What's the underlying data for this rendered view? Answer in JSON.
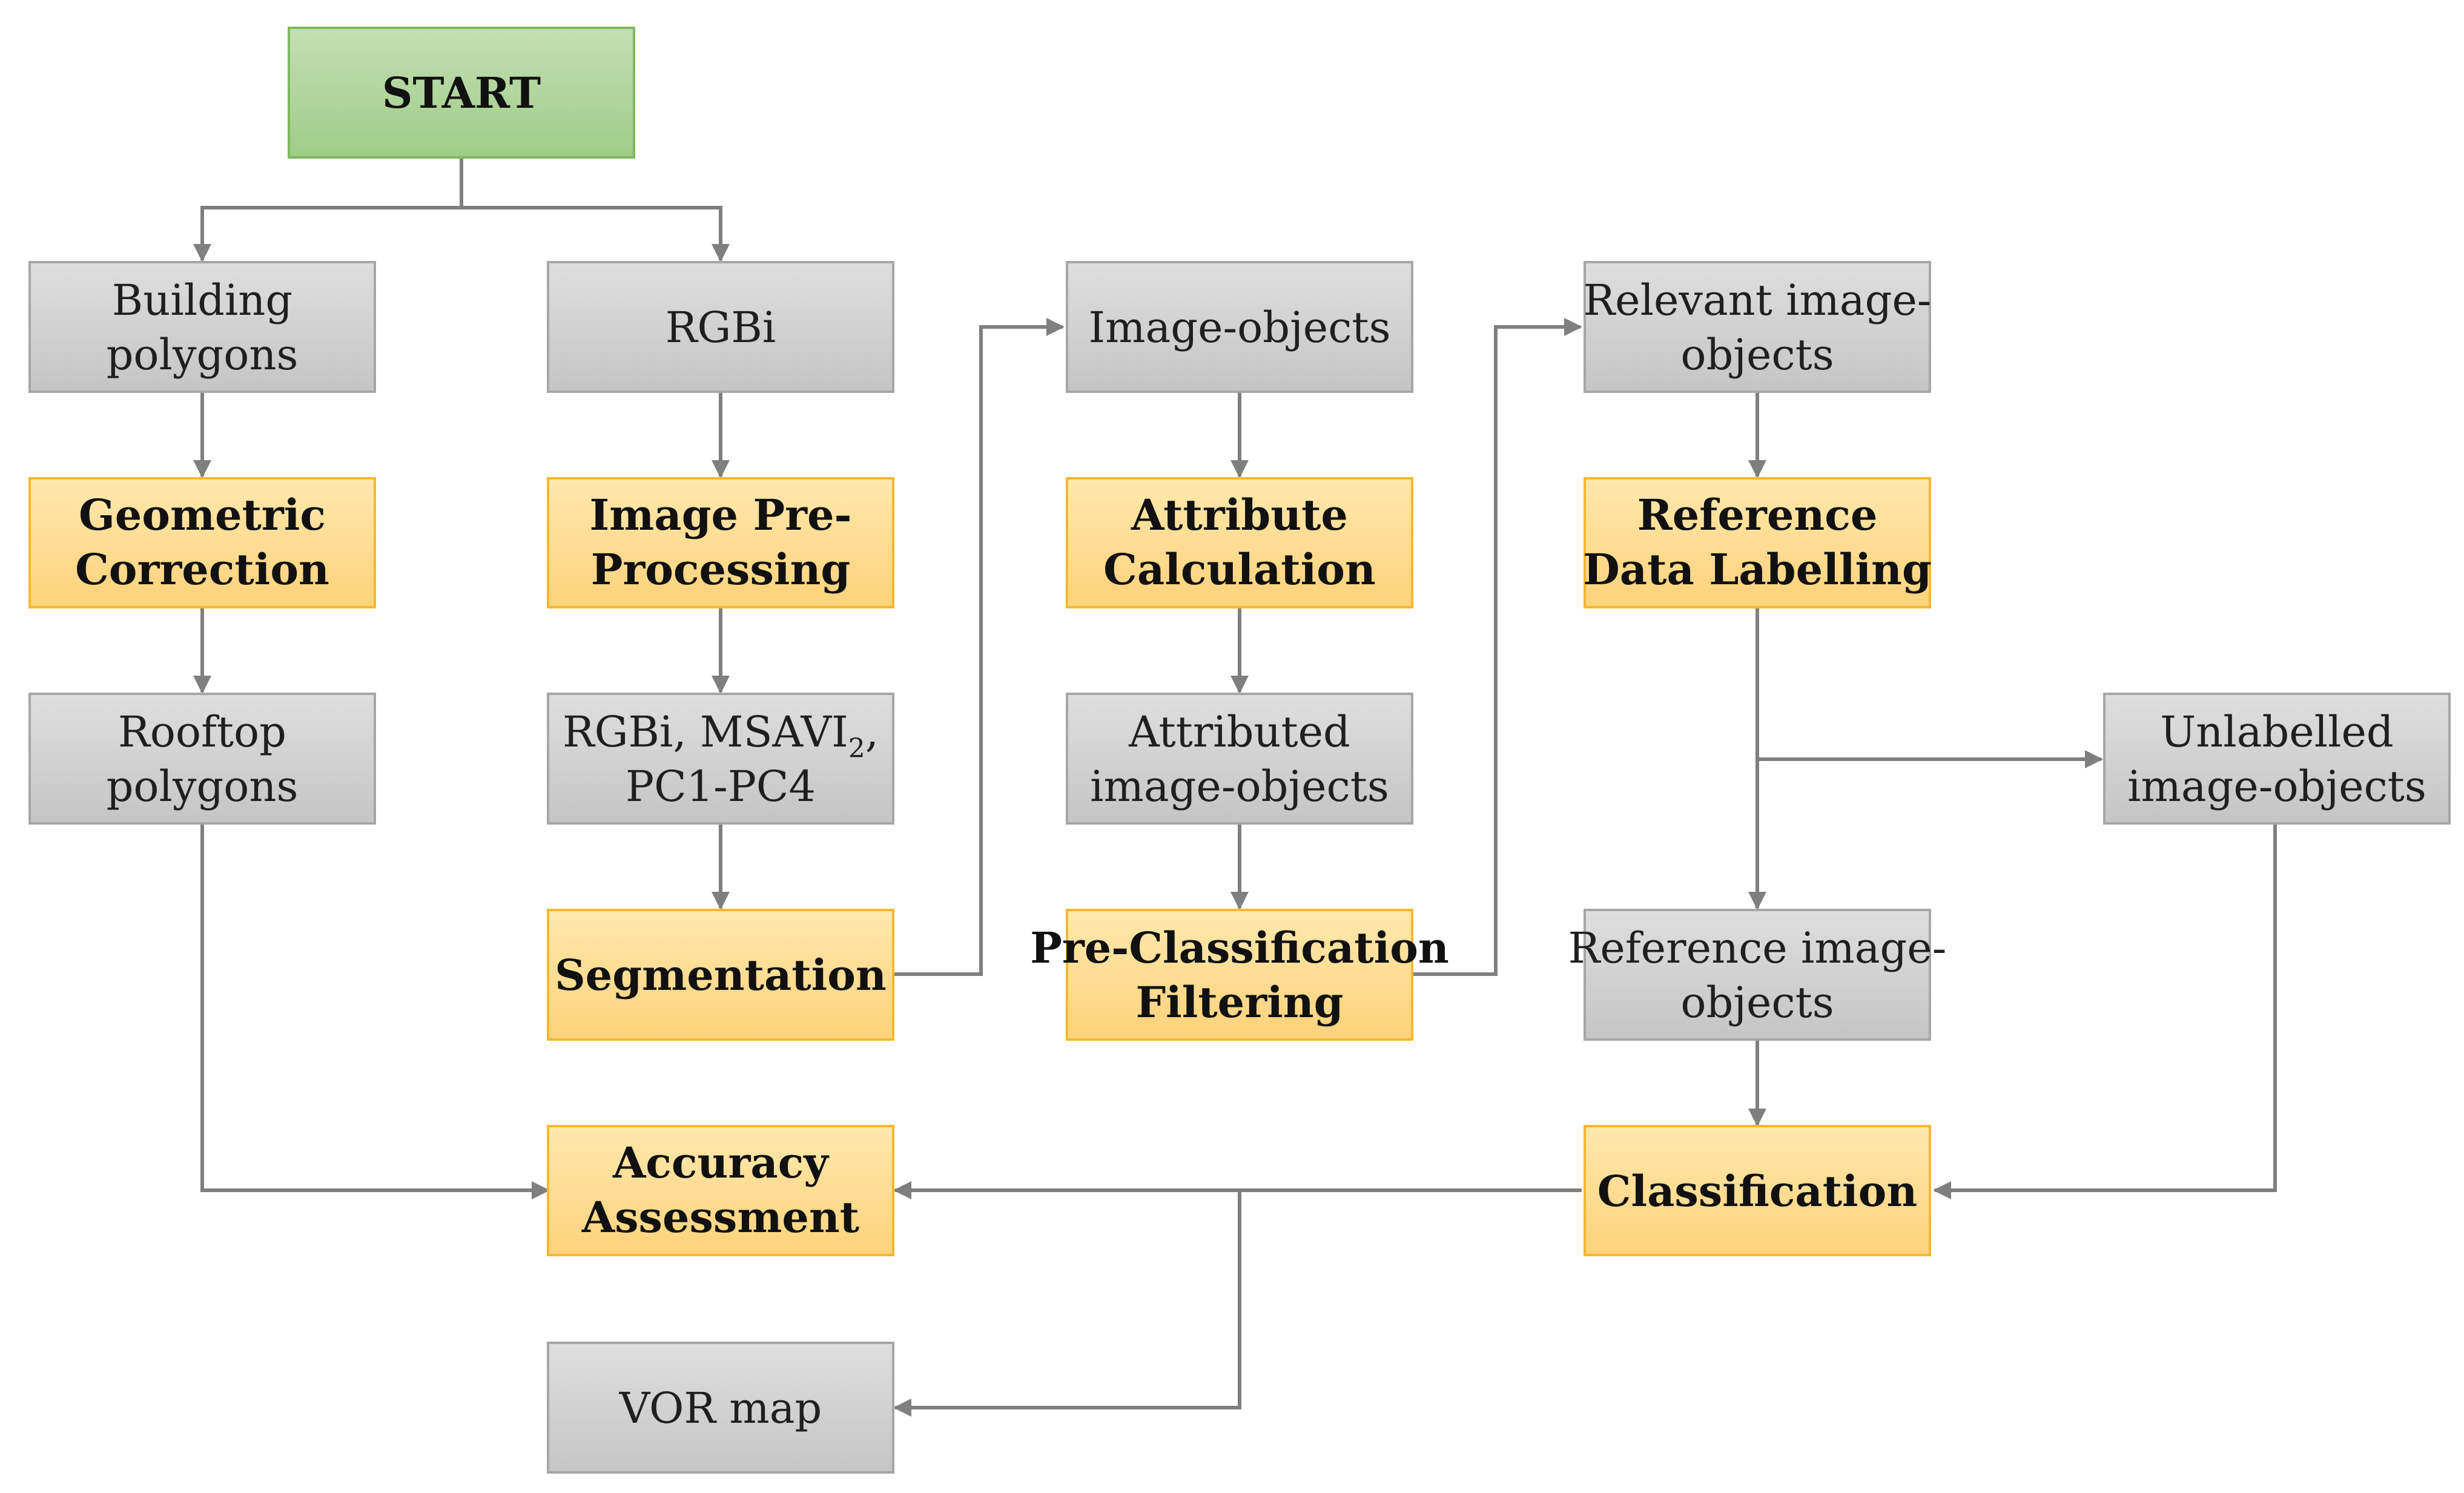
{
  "colors": {
    "start_fill_top": "#c4dfb5",
    "start_fill_bottom": "#9fcc87",
    "start_border": "#7fb85c",
    "process_fill_top": "#ffe8ae",
    "process_fill_bottom": "#fdd27a",
    "process_border": "#f4b82e",
    "data_fill_top": "#dedede",
    "data_fill_bottom": "#c5c5c5",
    "data_border": "#a6a6a6",
    "connector": "#7f7f7f"
  },
  "nodes": {
    "start": {
      "label": "START"
    },
    "building_polygons": {
      "line1": "Building",
      "line2": "polygons"
    },
    "rgbi": {
      "label": "RGBi"
    },
    "image_objects": {
      "label": "Image-objects"
    },
    "relevant_image_objects": {
      "line1": "Relevant image-",
      "line2": "objects"
    },
    "geometric_correction": {
      "line1": "Geometric",
      "line2": "Correction"
    },
    "image_pre_processing": {
      "line1": "Image Pre-",
      "line2": "Processing"
    },
    "attribute_calculation": {
      "line1": "Attribute",
      "line2": "Calculation"
    },
    "reference_data_labelling": {
      "line1": "Reference",
      "line2": "Data Labelling"
    },
    "rooftop_polygons": {
      "line1": "Rooftop",
      "line2": "polygons"
    },
    "rgbi_msavi_pc": {
      "line1_a": "RGBi, MSAVI",
      "line1_sub": "2",
      "line1_b": ",",
      "line2": "PC1-PC4"
    },
    "attributed_image_objects": {
      "line1": "Attributed",
      "line2": "image-objects"
    },
    "unlabelled_image_objects": {
      "line1": "Unlabelled",
      "line2": "image-objects"
    },
    "segmentation": {
      "label": "Segmentation"
    },
    "pre_classification_filtering": {
      "line1": "Pre-Classification",
      "line2": "Filtering"
    },
    "reference_image_objects": {
      "line1": "Reference image-",
      "line2": "objects"
    },
    "accuracy_assessment": {
      "line1": "Accuracy",
      "line2": "Assessment"
    },
    "classification": {
      "label": "Classification"
    },
    "vor_map": {
      "label": "VOR map"
    }
  }
}
